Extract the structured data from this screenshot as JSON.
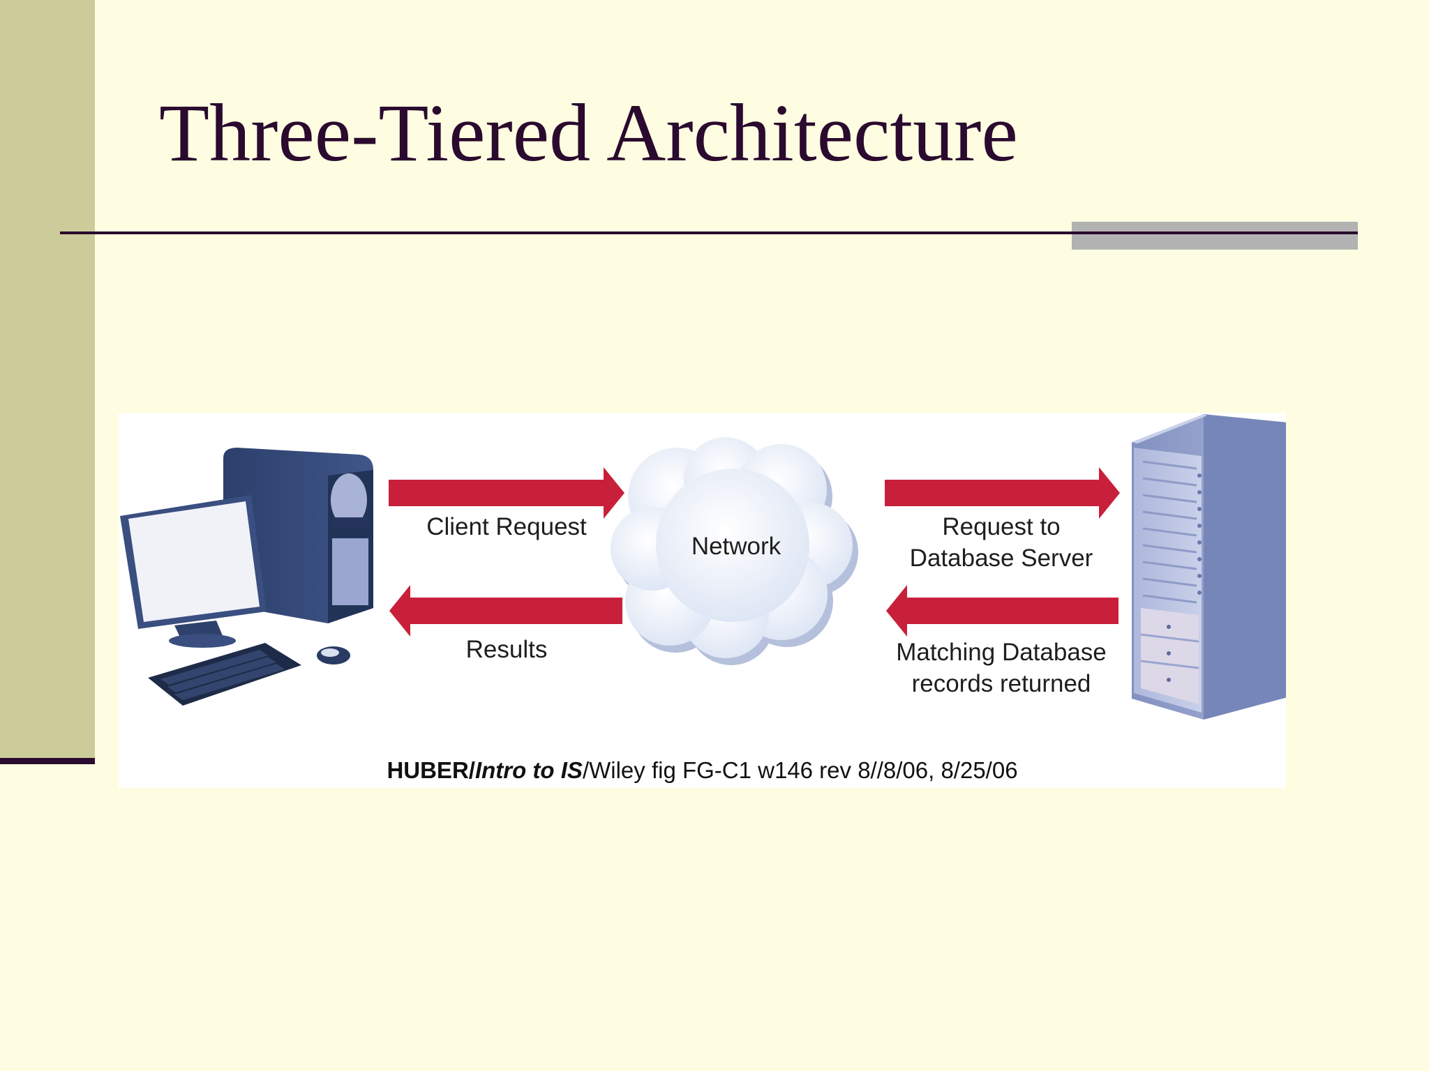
{
  "slide": {
    "title": "Three-Tiered Architecture"
  },
  "figure": {
    "labels": {
      "client_request": "Client Request",
      "results": "Results",
      "network": "Network",
      "request_to_db_line1": "Request to",
      "request_to_db_line2": "Database Server",
      "matching_line1": "Matching Database",
      "matching_line2": "records returned"
    },
    "caption": {
      "author": "HUBER/",
      "book": "Intro to IS",
      "rest": "/Wiley fig FG-C1 w146 rev 8//8/06, 8/25/06"
    },
    "icons": [
      "desktop-computer-icon",
      "network-cloud-icon",
      "database-server-icon"
    ],
    "colors": {
      "arrow": "#c8203a",
      "computer": "#344a78",
      "server": "#8e9cc6",
      "cloud": "#e6ecf8"
    }
  },
  "theme": {
    "background": "#fffde1",
    "sidebar": "#cccc9a",
    "title_color": "#2a0a2e",
    "accent_gray": "#b2b2b2"
  }
}
